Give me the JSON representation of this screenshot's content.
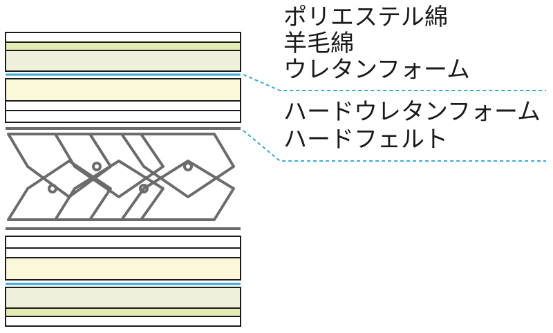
{
  "labels": {
    "upper_group": [
      "ポリエステル綿",
      "羊毛綿",
      "ウレタンフォーム"
    ],
    "lower_group": [
      "ハードウレタンフォーム",
      "ハードフェルト"
    ]
  },
  "colors": {
    "outline": "#1a1a1a",
    "spring": "#6b6b6b",
    "cream": "#fbf8d9",
    "wool": "#e9e9cf",
    "felt_green": "#e4ebb2",
    "blue_line": "#38a9d6",
    "dashed_line": "#3aa8c8"
  }
}
